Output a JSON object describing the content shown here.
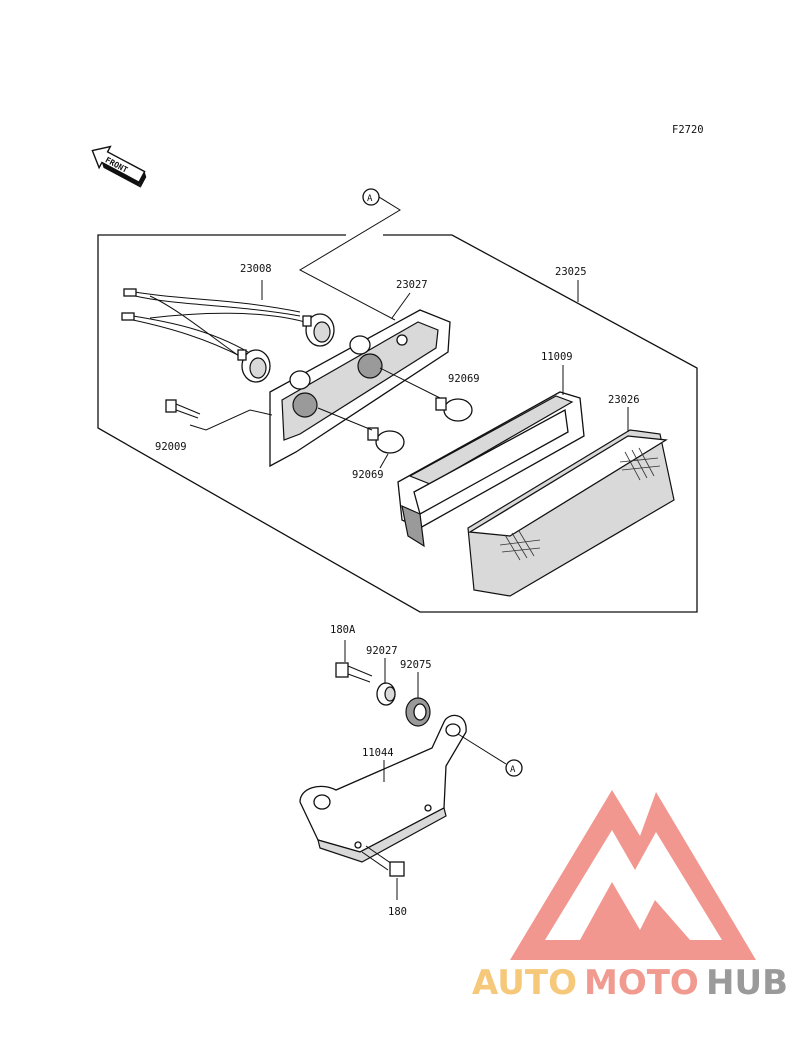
{
  "figure_code": "F2720",
  "front_label": "FRONT",
  "ref_marker": "A",
  "parts": {
    "p23008": "23008",
    "p23027": "23027",
    "p23025": "23025",
    "p11009": "11009",
    "p23026": "23026",
    "p92069a": "92069",
    "p92069b": "92069",
    "p92009": "92009",
    "p180A": "180A",
    "p92027": "92027",
    "p92075": "92075",
    "p11044": "11044",
    "p180": "180"
  },
  "watermark": {
    "part1": "AUTO",
    "part2": "MOTO",
    "part3": "HUB",
    "color1": "#f5c87a",
    "color2": "#f19a8f",
    "color3": "#9a9a9a",
    "logo_color": "#f07d75"
  }
}
